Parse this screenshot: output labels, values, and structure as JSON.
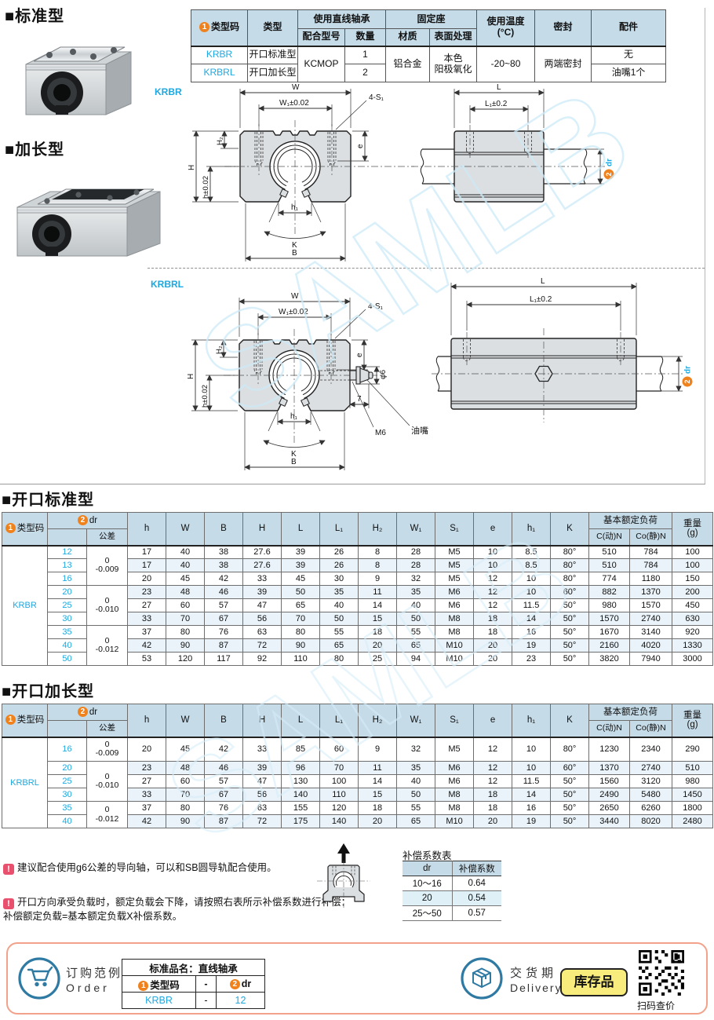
{
  "badges": {
    "one": "1",
    "two": "2"
  },
  "watermark": "SAMLB",
  "sections": {
    "standard": "■标准型",
    "extended": "■加长型",
    "open_standard": "■开口标准型",
    "open_extended": "■开口加长型"
  },
  "spec_table": {
    "h_type_code": "类型码",
    "h_type": "类型",
    "h_bearing": "使用直线轴承",
    "h_model": "配合型号",
    "h_qty": "数量",
    "h_seat": "固定座",
    "h_material": "材质",
    "h_finish": "表面处理",
    "h_temp": "使用温度",
    "h_temp_unit": "(°C)",
    "h_seal": "密封",
    "h_accessory": "配件",
    "model": "KCMOP",
    "material": "铝合金",
    "finish_line1": "本色",
    "finish_line2": "阳极氧化",
    "temp": "-20~80",
    "seal": "两端密封",
    "rows": [
      {
        "code": "KRBR",
        "type": "开口标准型",
        "qty": "1",
        "accessory": "无"
      },
      {
        "code": "KRBRL",
        "type": "开口加长型",
        "qty": "2",
        "accessory": "油嘴1个"
      }
    ]
  },
  "drawings": {
    "krbr_label": "KRBR",
    "krbrl_label": "KRBRL",
    "dims": {
      "W": "W",
      "W1": "W₁±0.02",
      "S1": "4-S₁",
      "H": "H",
      "h": "h±0.02",
      "H2": "H₂",
      "e": "e",
      "h1": "h₁",
      "K": "K",
      "B": "B",
      "L": "L",
      "L1": "L₁±0.2",
      "dr": "dr",
      "phi6": "φ6",
      "seven": "7",
      "M6": "M6",
      "nozzle": "油嘴"
    }
  },
  "dim_tables": [
    {
      "title": "■开口标准型",
      "type_code": "KRBR",
      "h_type_code": "类型码",
      "h_dr": "dr",
      "h_tol": "公差",
      "dims": [
        "h",
        "W",
        "B",
        "H",
        "L",
        "L₁",
        "H₂",
        "W₁",
        "S₁",
        "e",
        "h₁",
        "K"
      ],
      "h_load": "基本额定负荷",
      "h_load_dyn": "C(动)N",
      "h_load_sta": "Co(静)N",
      "h_weight": "重量",
      "h_weight_unit": "(g)",
      "groups": [
        {
          "tol": "0\n-0.009",
          "rows": [
            {
              "dr": "12",
              "v": [
                "17",
                "40",
                "38",
                "27.6",
                "39",
                "26",
                "8",
                "28",
                "M5",
                "10",
                "8.5",
                "80°",
                "510",
                "784",
                "100"
              ]
            },
            {
              "dr": "13",
              "v": [
                "17",
                "40",
                "38",
                "27.6",
                "39",
                "26",
                "8",
                "28",
                "M5",
                "10",
                "8.5",
                "80°",
                "510",
                "784",
                "100"
              ]
            },
            {
              "dr": "16",
              "v": [
                "20",
                "45",
                "42",
                "33",
                "45",
                "30",
                "9",
                "32",
                "M5",
                "12",
                "10",
                "80°",
                "774",
                "1180",
                "150"
              ]
            }
          ]
        },
        {
          "tol": "0\n-0.010",
          "rows": [
            {
              "dr": "20",
              "v": [
                "23",
                "48",
                "46",
                "39",
                "50",
                "35",
                "11",
                "35",
                "M6",
                "12",
                "10",
                "60°",
                "882",
                "1370",
                "200"
              ]
            },
            {
              "dr": "25",
              "v": [
                "27",
                "60",
                "57",
                "47",
                "65",
                "40",
                "14",
                "40",
                "M6",
                "12",
                "11.5",
                "50°",
                "980",
                "1570",
                "450"
              ]
            },
            {
              "dr": "30",
              "v": [
                "33",
                "70",
                "67",
                "56",
                "70",
                "50",
                "15",
                "50",
                "M8",
                "18",
                "14",
                "50°",
                "1570",
                "2740",
                "630"
              ]
            }
          ]
        },
        {
          "tol": "0\n-0.012",
          "rows": [
            {
              "dr": "35",
              "v": [
                "37",
                "80",
                "76",
                "63",
                "80",
                "55",
                "18",
                "55",
                "M8",
                "18",
                "16",
                "50°",
                "1670",
                "3140",
                "920"
              ]
            },
            {
              "dr": "40",
              "v": [
                "42",
                "90",
                "87",
                "72",
                "90",
                "65",
                "20",
                "65",
                "M10",
                "20",
                "19",
                "50°",
                "2160",
                "4020",
                "1330"
              ]
            },
            {
              "dr": "50",
              "v": [
                "53",
                "120",
                "117",
                "92",
                "110",
                "80",
                "25",
                "94",
                "M10",
                "20",
                "23",
                "50°",
                "3820",
                "7940",
                "3000"
              ]
            }
          ]
        }
      ]
    },
    {
      "title": "■开口加长型",
      "type_code": "KRBRL",
      "h_type_code": "类型码",
      "h_dr": "dr",
      "h_tol": "公差",
      "dims": [
        "h",
        "W",
        "B",
        "H",
        "L",
        "L₁",
        "H₂",
        "W₁",
        "S₁",
        "e",
        "h₁",
        "K"
      ],
      "h_load": "基本额定负荷",
      "h_load_dyn": "C(动)N",
      "h_load_sta": "Co(静)N",
      "h_weight": "重量",
      "h_weight_unit": "(g)",
      "groups": [
        {
          "tol": "0\n-0.009",
          "rows": [
            {
              "dr": "16",
              "v": [
                "20",
                "45",
                "42",
                "33",
                "85",
                "60",
                "9",
                "32",
                "M5",
                "12",
                "10",
                "80°",
                "1230",
                "2340",
                "290"
              ]
            }
          ]
        },
        {
          "tol": "0\n-0.010",
          "rows": [
            {
              "dr": "20",
              "v": [
                "23",
                "48",
                "46",
                "39",
                "96",
                "70",
                "11",
                "35",
                "M6",
                "12",
                "10",
                "60°",
                "1370",
                "2740",
                "510"
              ]
            },
            {
              "dr": "25",
              "v": [
                "27",
                "60",
                "57",
                "47",
                "130",
                "100",
                "14",
                "40",
                "M6",
                "12",
                "11.5",
                "50°",
                "1560",
                "3120",
                "980"
              ]
            },
            {
              "dr": "30",
              "v": [
                "33",
                "70",
                "67",
                "56",
                "140",
                "110",
                "15",
                "50",
                "M8",
                "18",
                "14",
                "50°",
                "2490",
                "5480",
                "1450"
              ]
            }
          ]
        },
        {
          "tol": "0\n-0.012",
          "rows": [
            {
              "dr": "35",
              "v": [
                "37",
                "80",
                "76",
                "63",
                "155",
                "120",
                "18",
                "55",
                "M8",
                "18",
                "16",
                "50°",
                "2650",
                "6260",
                "1800"
              ]
            },
            {
              "dr": "40",
              "v": [
                "42",
                "90",
                "87",
                "72",
                "175",
                "140",
                "20",
                "65",
                "M10",
                "20",
                "19",
                "50°",
                "3440",
                "8020",
                "2480"
              ]
            }
          ]
        }
      ]
    }
  ],
  "notes": [
    {
      "icon": "!",
      "text": "建议配合使用g6公差的导向轴，可以和SB圆导轨配合使用。"
    },
    {
      "icon": "!",
      "text": "开口方向承受负载时，额定负载会下降，请按照右表所示补偿系数进行补偿：补偿额定负载=基本额定负载X补偿系数。"
    }
  ],
  "comp_table": {
    "title": "补偿系数表",
    "h_dr": "dr",
    "h_coef": "补偿系数",
    "rows": [
      {
        "dr": "10～16",
        "coef": "0.64"
      },
      {
        "dr": "20",
        "coef": "0.54"
      },
      {
        "dr": "25～50",
        "coef": "0.57"
      }
    ]
  },
  "footer": {
    "order_cn": "订购范例",
    "order_en": "Order",
    "sample_title": "标准品名：直线轴承",
    "h_type_code": "类型码",
    "h_dr": "dr",
    "dash": "-",
    "example_code": "KRBR",
    "example_dash": "-",
    "example_dr": "12",
    "delivery_cn": "交货期",
    "delivery_en": "Delivery",
    "stock": "库存品",
    "qr_caption": "扫码查价"
  }
}
